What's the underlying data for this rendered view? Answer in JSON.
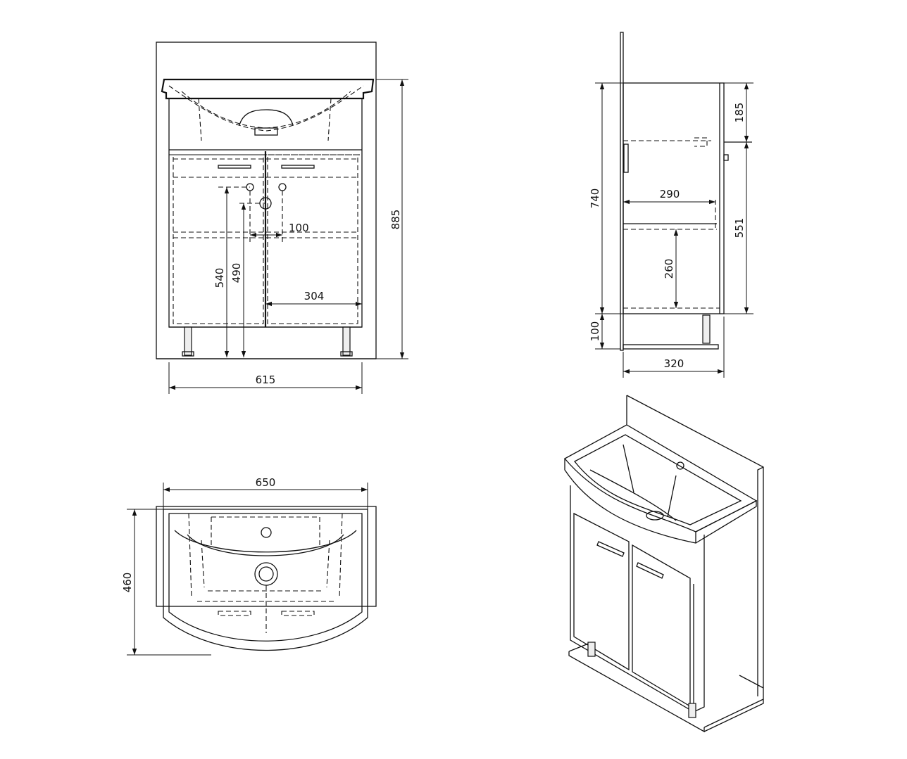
{
  "dimensions": {
    "front_width": "615",
    "front_height": "885",
    "front_540": "540",
    "front_490": "490",
    "front_100": "100",
    "front_304": "304",
    "side_740": "740",
    "side_185": "185",
    "side_551": "551",
    "side_290": "290",
    "side_260": "260",
    "side_100": "100",
    "side_320": "320",
    "top_650": "650",
    "top_460": "460"
  },
  "colors": {
    "line": "#111111",
    "background": "#ffffff"
  }
}
